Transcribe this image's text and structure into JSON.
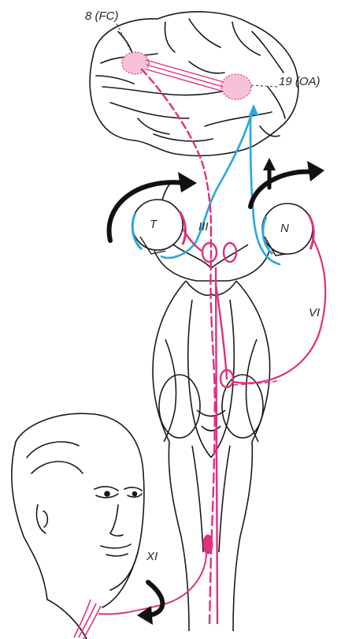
{
  "labels": {
    "area_8": "8 (FC)",
    "area_19": "19 (OA)",
    "left_eye": "T",
    "right_eye": "N",
    "nerve_iii": "III",
    "nerve_vi": "VI",
    "nerve_xi": "XI"
  },
  "colors": {
    "magenta_pathway": "#e0307e",
    "cyan_pathway": "#2aa7dc",
    "outline": "#1a1a1a",
    "arrow": "#111111",
    "stipple": "#e0307e"
  },
  "icons": {
    "rotation_arrow": "curved-arrow-icon",
    "up_arrow": "up-arrow-icon"
  }
}
